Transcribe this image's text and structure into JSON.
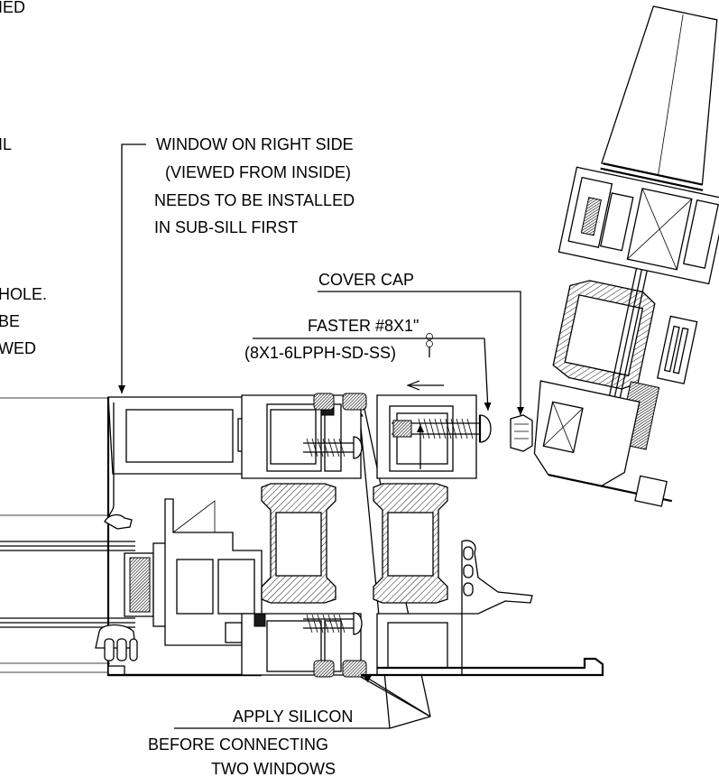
{
  "labels": {
    "frag_installed": "IED",
    "frag_sill": "IL",
    "frag_hole_1": "HOLE.",
    "frag_hole_2": "BE",
    "frag_hole_3": "WED",
    "window_note_1": "WINDOW ON RIGHT SIDE",
    "window_note_2": "(VIEWED FROM INSIDE)",
    "window_note_3": "NEEDS TO BE INSTALLED",
    "window_note_4": "IN SUB-SILL FIRST",
    "cover_cap": "COVER CAP",
    "fastener_1": "FASTER #8X1\"",
    "fastener_2": "(8X1-6LPPH-SD-SS)",
    "silicon_1": "APPLY SILICON",
    "silicon_2": "BEFORE CONNECTING",
    "silicon_3": "TWO WINDOWS"
  }
}
